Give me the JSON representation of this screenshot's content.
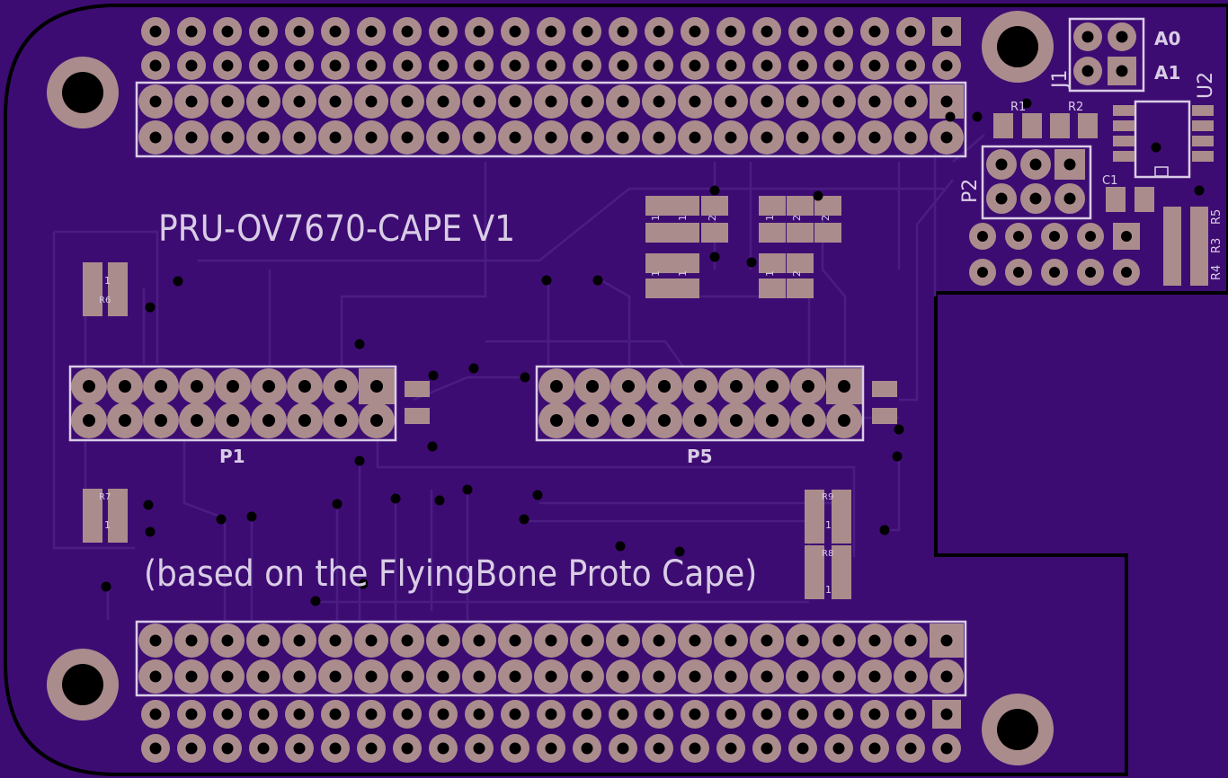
{
  "board": {
    "title": "PRU-OV7670-CAPE V1",
    "subtitle": "(based on the FlyingBone Proto Cape)",
    "colors": {
      "board": "#3d0c72",
      "board_edge": "#000000",
      "copper": "#ab8c8d",
      "silkscreen": "#d9cde6",
      "trace": "#4b1d83",
      "drill": "#000000"
    }
  },
  "connectors": {
    "p1": "P1",
    "p5": "P5",
    "p2": "P2",
    "j1": "J1",
    "u2": "U2"
  },
  "labels": {
    "a0": "A0",
    "a1": "A1",
    "r1": "R1",
    "r2": "R2",
    "r3": "R3",
    "r4": "R4",
    "r5": "R5",
    "c1": "C1",
    "r6": "R6",
    "r7": "R7",
    "r8": "R8",
    "r9": "R9",
    "pin1": "1",
    "pin2": "2"
  }
}
